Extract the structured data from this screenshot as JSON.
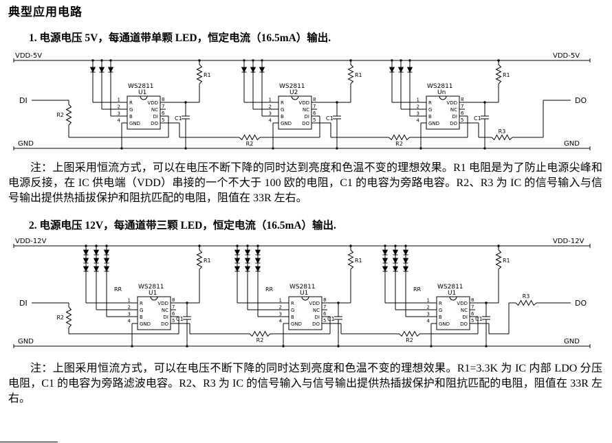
{
  "title": "典型应用电路",
  "section1": {
    "heading": "1.  电源电压 5V，每通道带单颗 LED，恒定电流（16.5mA）输出.",
    "note": "注：上图采用恒流方式，可以在电压不断下降的同时达到亮度和色温不变的理想效果。R1 电阻是为了防止电源尖峰和电源反接，在 IC 供电端（VDD）串接的一个不大于 100 欧的电阻，C1 的电容为旁路电容。R2、R3 为 IC 的信号输入与信号输出提供热插拔保护和阻抗匹配的电阻，阻值在 33R 左右。"
  },
  "section2": {
    "heading": "2.  电源电压 12V，每通道带三颗 LED，恒定电流（16.5mA）输出.",
    "note": "注：上图采用恒流方式，可以在电压不断下降的同时达到亮度和色温不变的理想效果。R1=3.3K 为 IC 内部 LDO 分压电阻，C1 的电容为旁路滤波电容。R2、R3 为 IC 的信号输入与信号输出提供热插拔保护和阻抗匹配的电阻，阻值在 33R 左右。"
  },
  "chip": {
    "name": "WS2811",
    "left_pins": [
      {
        "num": "1",
        "label": "R"
      },
      {
        "num": "2",
        "label": "G"
      },
      {
        "num": "3",
        "label": "B"
      },
      {
        "num": "4",
        "label": "GND"
      }
    ],
    "right_pins": [
      {
        "num": "8",
        "label": "VDD"
      },
      {
        "num": "7",
        "label": "NC"
      },
      {
        "num": "6",
        "label": "DI"
      },
      {
        "num": "5",
        "label": "DO"
      }
    ]
  },
  "circuit1": {
    "vdd_label": "VDD-5V",
    "gnd_label": "GND",
    "input_label": "DI",
    "output_label": "DO",
    "units": [
      "U1",
      "U2",
      "Un"
    ],
    "r1": "R1",
    "r2": "R2",
    "r3": "R3",
    "c1": "C1",
    "leds_per_channel": 1
  },
  "circuit2": {
    "vdd_label": "VDD-12V",
    "gnd_label": "GND",
    "input_label": "DI",
    "output_label": "DO",
    "units": [
      "U1",
      "U1",
      "U1"
    ],
    "r1": "R1",
    "r2": "R2",
    "r3": "R3",
    "c1": "C1",
    "rr": "RR",
    "leds_per_channel": 3
  }
}
